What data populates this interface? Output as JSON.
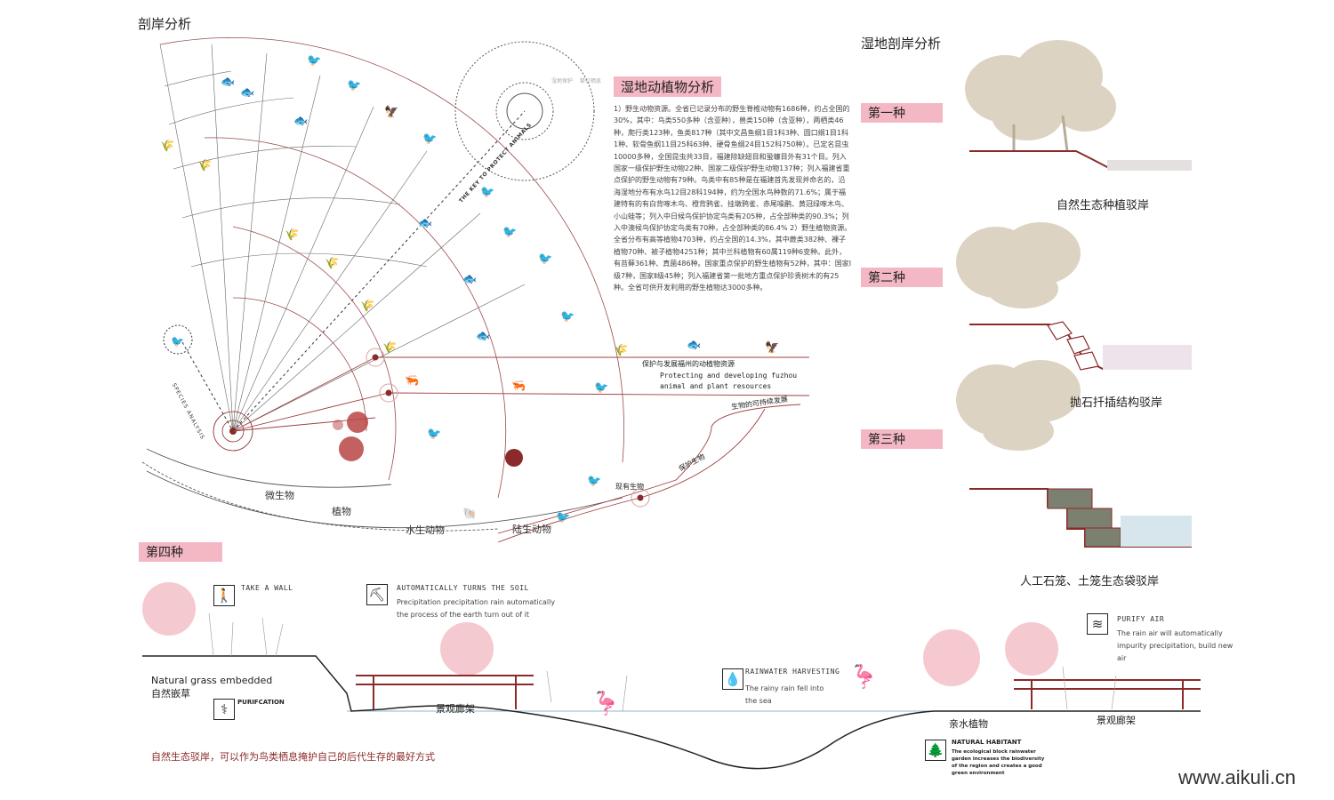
{
  "page": {
    "left_title": "剖岸分析",
    "right_title": "湿地剖岸分析",
    "watermark": "www.aikuli.cn"
  },
  "colors": {
    "accent_pink": "#f4b8c4",
    "dark_red": "#8b2a2a",
    "line_red": "#a04040",
    "tree_beige": "#d8ccb8",
    "tree_pink": "#f2b7c0",
    "water_blue": "#8ab8c8"
  },
  "fan": {
    "ring_labels": [
      "微生物",
      "植物",
      "水生动物",
      "陆生动物"
    ],
    "species_label": "SPECIES ANALYSIS",
    "protect_label": "THE KEY TO PROTECT ANIMALS",
    "faint_labels": [
      "湿地保护",
      "繁衍栖息"
    ]
  },
  "analysis": {
    "heading": "湿地动植物分析",
    "paragraph": "1）野生动物资源。全省已记录分布的野生脊椎动物有1686种，约占全国的30%，其中：鸟类550多种（含亚种），兽类150种（含亚种），两栖类46种，爬行类123种，鱼类817种（其中文昌鱼纲1目1科3种、圆口纲1目1科1种、软骨鱼纲11目25科63种、硬骨鱼纲24目152科750种）。已定名昆虫10000多种，全国昆虫共33目，福建除缺翅目和蛩蠊目外有31个目。列入国家一级保护野生动物22种、国家二级保护野生动物137种；列入福建省重点保护的野生动物有79种。鸟类中有85种是在福建首先发现并命名的，沿海湿地分布有水鸟12目28科194种，约为全国水鸟种数的71.6%；属于福建特有的有白背啄木鸟、橙背鸦雀、挂墩鸦雀、赤尾噪鹛、黄冠绿啄木鸟、小山蛙等；列入中日候鸟保护协定鸟类有205种，占全部种类的90.3%；列入中澳候鸟保护协定鸟类有70种，占全部种类的86.4% 2）野生植物资源。全省分布有高等植物4703种，约占全国的14.3%，其中蕨类382种、裸子植物70种、被子植物4251种；其中兰科植物有60属119种6变种。此外，有苔藓361种、真菌486种。国家重点保护的野生植物有52种，其中：国家Ⅰ级7种，国家Ⅱ级45种；列入福建省第一批地方重点保护珍贵树木的有25种。全省可供开发利用的野生植物达3000多种。"
  },
  "protect": {
    "cn": "保护与发展福州的动植物资源",
    "en_line1": "Protecting and developing fuzhou",
    "en_line2": "animal and plant resources"
  },
  "curve_labels": {
    "sustainable": "生物的可持续发展",
    "protect": "保护生物",
    "existing": "现有生物"
  },
  "sections": [
    {
      "label": "第一种",
      "caption": "自然生态种植驳岸"
    },
    {
      "label": "第二种",
      "caption": "抛石扦插结构驳岸"
    },
    {
      "label": "第三种",
      "caption": "人工石笼、土笼生态袋驳岸"
    }
  ],
  "fourth": {
    "label": "第四种",
    "walk_head": "TAKE A WALL",
    "soil_head": "AUTOMATICALLY TURNS THE SOIL",
    "soil_line1": "Precipitation precipitation rain automatically",
    "soil_line2": "the process of the earth turn out of it",
    "grass_en": "Natural grass embedded",
    "grass_cn": "自然嵌草",
    "purif_head": "PURIFCATION",
    "gallery1": "景观廊架",
    "rain_head": "RAINWATER HARVESTING",
    "rain_line1": "The rainy rain fell into",
    "rain_line2": "the sea",
    "hydro": "亲水植物",
    "gallery2": "景观廊架",
    "air_head": "PURIFY AIR",
    "air_line1": "The rain air will automatically",
    "air_line2": "impurity precipitation, build new",
    "air_line3": "air",
    "habitat_head": "NATURAL HABITANT",
    "habitat_line1": "The ecological block rainwater",
    "habitat_line2": "garden increases the biodiversity",
    "habitat_line3": "of the region and creates a good",
    "habitat_line4": "green environment",
    "bottom_note": "自然生态驳岸，可以作为鸟类栖息掩护自己的后代生存的最好方式"
  }
}
